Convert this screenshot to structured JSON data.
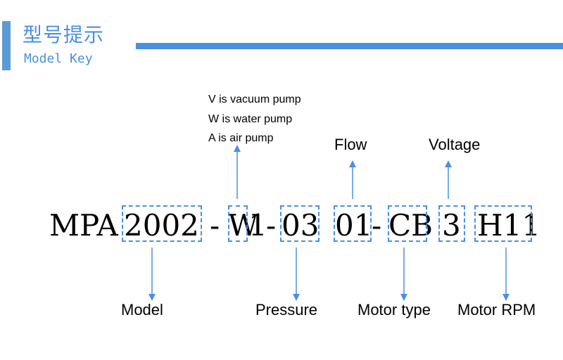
{
  "header": {
    "title_cn": "型号提示",
    "title_en": "Model Key"
  },
  "code": {
    "mpa": "MPA",
    "model": "2002",
    "dash1": "-",
    "type": "W",
    "w1_rest": "1",
    "dash2": "-",
    "pressure": "03",
    "flow": "01",
    "dash3": "-",
    "motor_type": "CB",
    "voltage": "3",
    "rpm": "H11"
  },
  "pump_types": [
    "V  is vacuum pump",
    "W is water pump",
    "A  is air pump"
  ],
  "labels_top": {
    "flow": "Flow",
    "voltage": "Voltage"
  },
  "labels_bottom": {
    "model": "Model",
    "pressure": "Pressure",
    "motor_type": "Motor type",
    "motor_rpm": "Motor RPM"
  },
  "colors": {
    "accent": "#4a90e2",
    "text": "#000000"
  }
}
